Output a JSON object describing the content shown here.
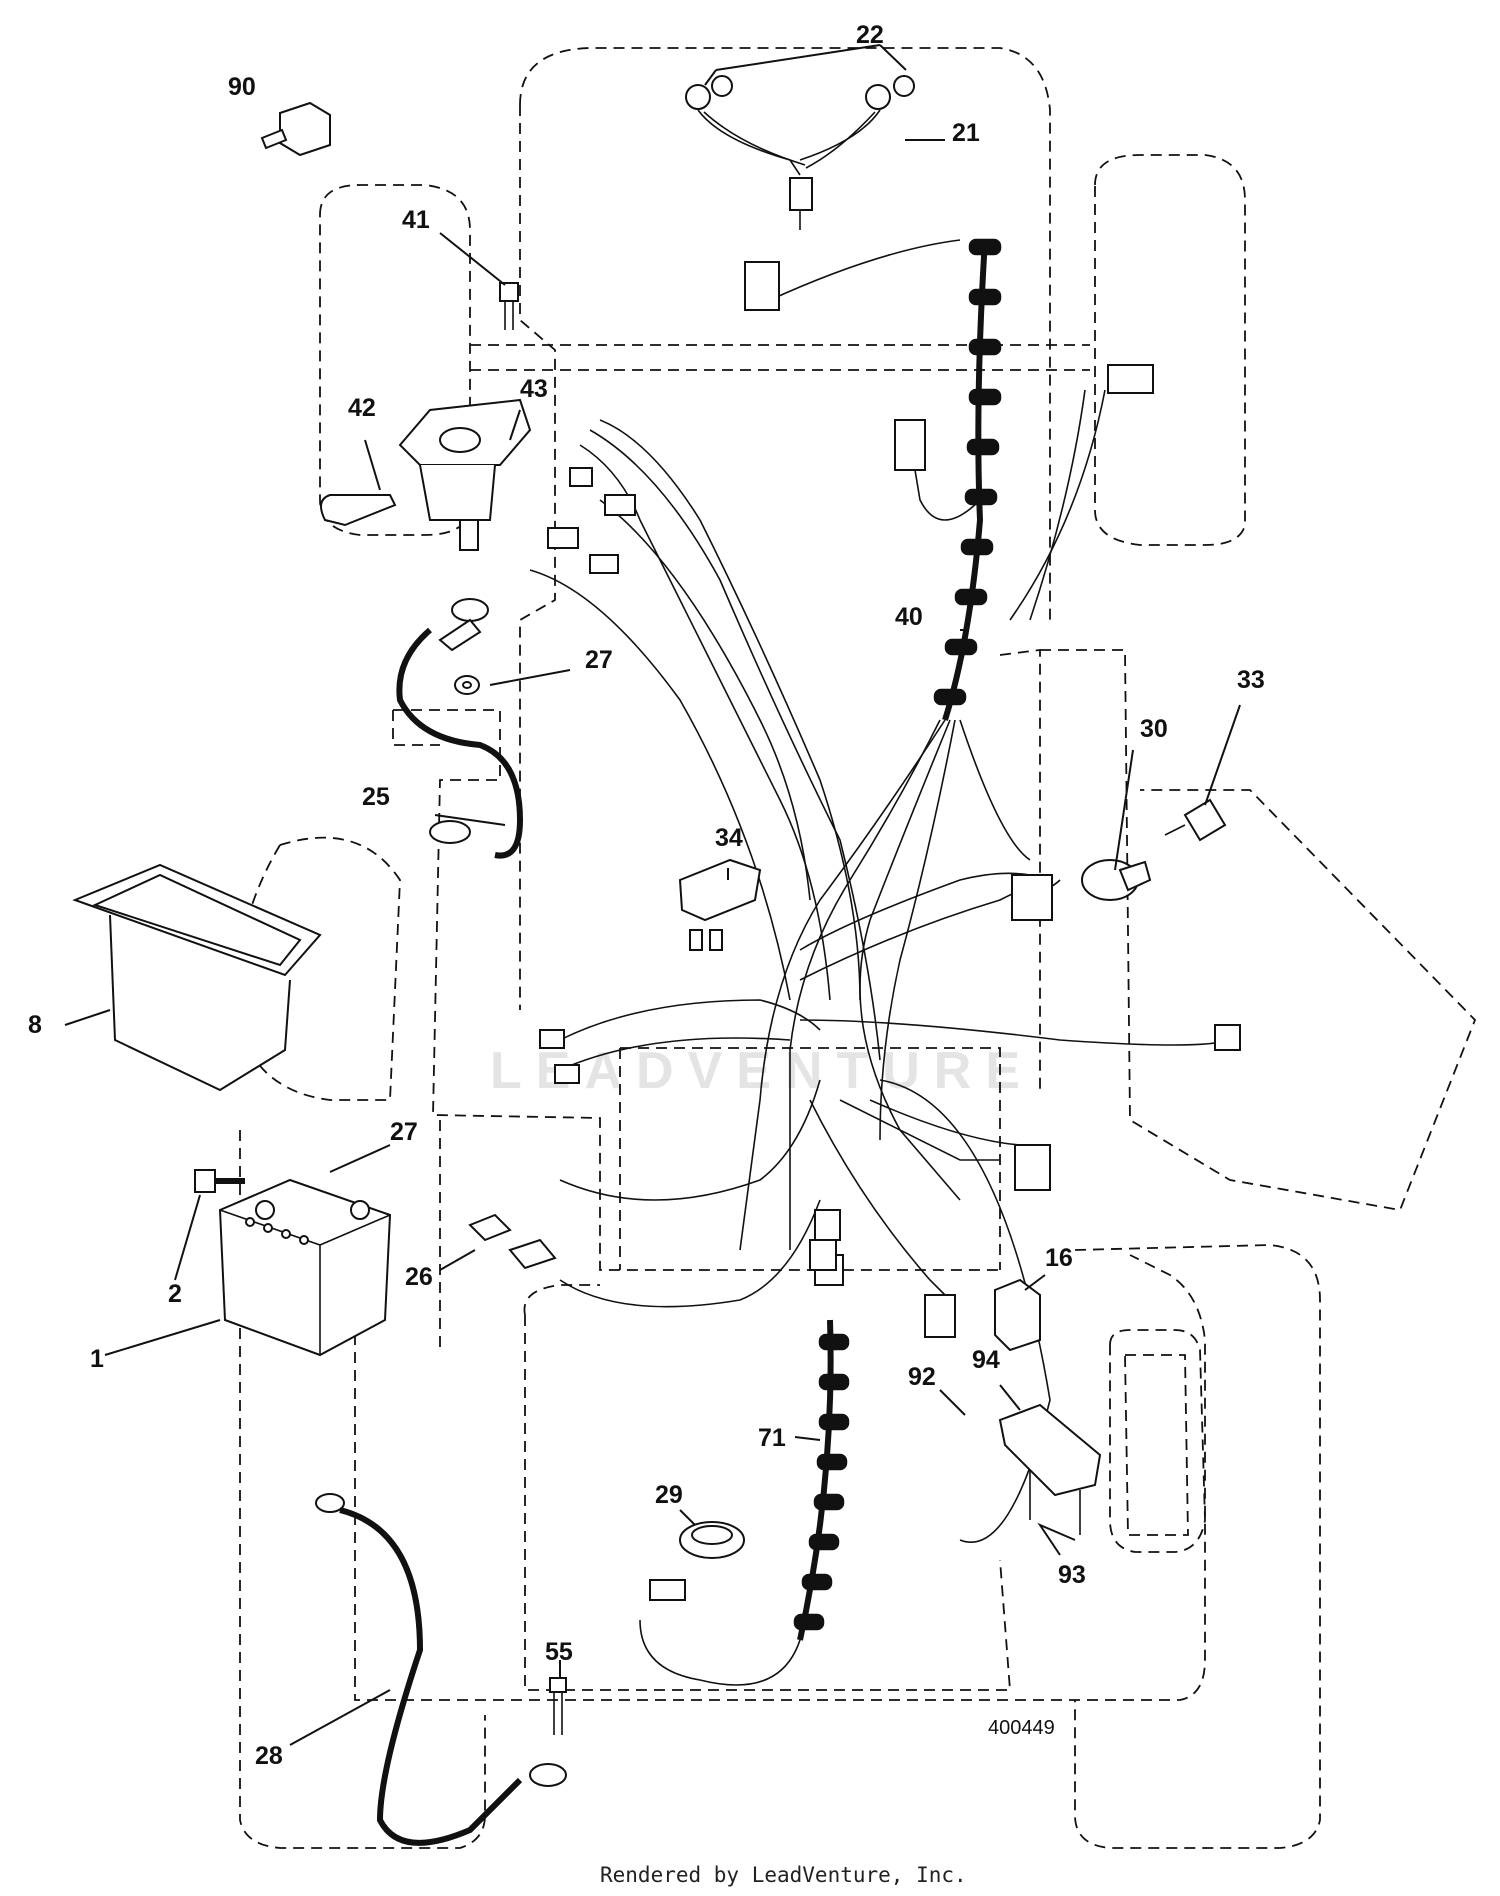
{
  "callouts": [
    {
      "id": "90",
      "label": "90"
    },
    {
      "id": "22",
      "label": "22"
    },
    {
      "id": "21",
      "label": "21"
    },
    {
      "id": "41",
      "label": "41"
    },
    {
      "id": "42",
      "label": "42"
    },
    {
      "id": "43",
      "label": "43"
    },
    {
      "id": "40",
      "label": "40"
    },
    {
      "id": "27a",
      "label": "27"
    },
    {
      "id": "33",
      "label": "33"
    },
    {
      "id": "30",
      "label": "30"
    },
    {
      "id": "25",
      "label": "25"
    },
    {
      "id": "34",
      "label": "34"
    },
    {
      "id": "8",
      "label": "8"
    },
    {
      "id": "27b",
      "label": "27"
    },
    {
      "id": "2",
      "label": "2"
    },
    {
      "id": "26",
      "label": "26"
    },
    {
      "id": "16",
      "label": "16"
    },
    {
      "id": "1",
      "label": "1"
    },
    {
      "id": "92",
      "label": "92"
    },
    {
      "id": "94",
      "label": "94"
    },
    {
      "id": "71",
      "label": "71"
    },
    {
      "id": "29",
      "label": "29"
    },
    {
      "id": "93",
      "label": "93"
    },
    {
      "id": "55",
      "label": "55"
    },
    {
      "id": "28",
      "label": "28"
    }
  ],
  "diagram_id": "400449",
  "watermark": "LEADVENTURE",
  "footer": "Rendered by LeadVenture, Inc."
}
